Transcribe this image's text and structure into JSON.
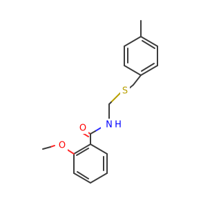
{
  "molecule": {
    "atoms": {
      "oxygen_carbonyl": {
        "label": "O",
        "color": "#ff0000"
      },
      "nitrogen_amide": {
        "label": "N",
        "color": "#0000ff"
      },
      "hydrogen_amide": {
        "label": "H",
        "color": "#0000ff"
      },
      "sulfur_thioether": {
        "label": "S",
        "color": "#b8a000"
      },
      "oxygen_methoxy": {
        "label": "O",
        "color": "#ff0000"
      }
    }
  }
}
